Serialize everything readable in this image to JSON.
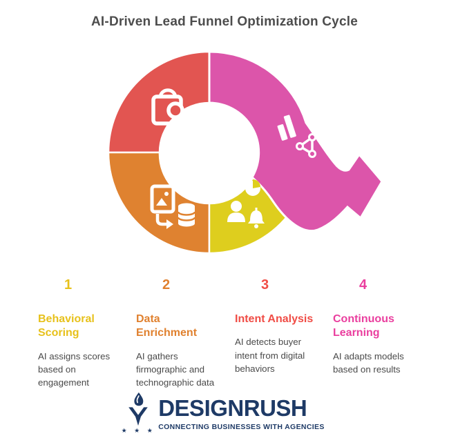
{
  "title": "AI-Driven Lead Funnel Optimization Cycle",
  "wheel": {
    "segments": [
      {
        "name": "intent-analysis-segment",
        "color": "#E25551",
        "icon": "shopping-bag-magnifier-icon"
      },
      {
        "name": "continuous-learning-segment",
        "color": "#DC55AA",
        "icon": "bar-chart-network-icon"
      },
      {
        "name": "data-enrichment-segment",
        "color": "#DF8230",
        "icon": "file-to-database-icon"
      },
      {
        "name": "behavioral-scoring-segment",
        "color": "#DECE1E",
        "icon": "user-pie-bell-icon"
      }
    ],
    "arrow_direction": "clockwise"
  },
  "steps": [
    {
      "number": "1",
      "title": "Behavioral Scoring",
      "description": "AI assigns scores based on engagement",
      "color": "#E7C11B"
    },
    {
      "number": "2",
      "title": "Data Enrichment",
      "description": "AI gathers firmographic and technographic data",
      "color": "#E0812F"
    },
    {
      "number": "3",
      "title": "Intent Analysis",
      "description": "AI detects buyer intent from digital behaviors",
      "color": "#F04C45"
    },
    {
      "number": "4",
      "title": "Continuous Learning",
      "description": "AI adapts models based on results",
      "color": "#EA3E9E"
    }
  ],
  "footer": {
    "brand": "DESIGNRUSH",
    "tagline": "CONNECTING BUSINESSES WITH AGENCIES",
    "stars": "★ ★ ★",
    "color": "#1E3A66"
  }
}
